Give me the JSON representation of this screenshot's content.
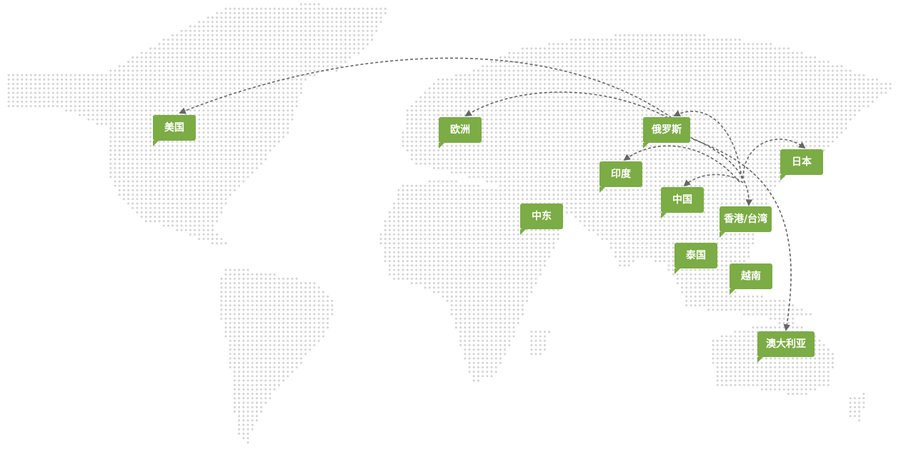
{
  "map": {
    "dot_color": "#d3d3d3",
    "route_color": "#666666",
    "tag_color": "#7cac45",
    "regions": [
      {
        "id": "usa",
        "label": "美国"
      },
      {
        "id": "europe",
        "label": "欧洲"
      },
      {
        "id": "russia",
        "label": "俄罗斯"
      },
      {
        "id": "japan",
        "label": "日本"
      },
      {
        "id": "india",
        "label": "印度"
      },
      {
        "id": "china",
        "label": "中国"
      },
      {
        "id": "middle-east",
        "label": "中东"
      },
      {
        "id": "hk-tw",
        "label": "香港/台湾"
      },
      {
        "id": "thailand",
        "label": "泰国"
      },
      {
        "id": "vietnam",
        "label": "越南"
      },
      {
        "id": "australia",
        "label": "澳大利亚"
      }
    ]
  }
}
